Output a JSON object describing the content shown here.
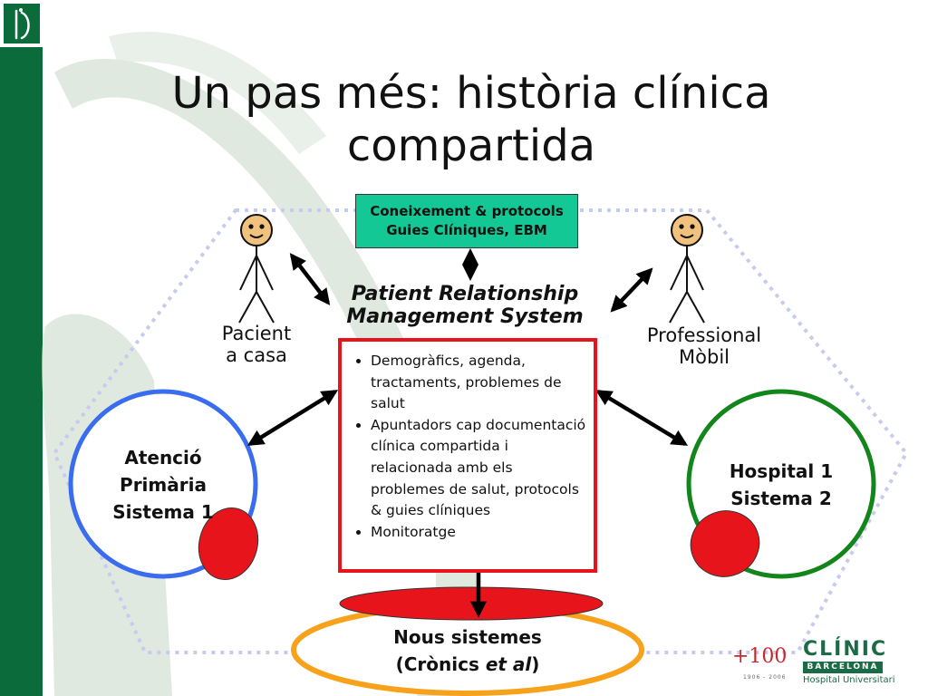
{
  "slide": {
    "title_line1": "Un pas més: història clínica",
    "title_line2": "compartida"
  },
  "knowledge_box": {
    "line1": "Coneixement & protocols",
    "line2": "Guies Clíniques, EBM"
  },
  "prms": {
    "line1": "Patient Relationship",
    "line2": "Management System"
  },
  "panel": {
    "bullets": [
      "Demogràfics, agenda, tractaments, problemes de salut",
      "Apuntadors cap documentació clínica compartida i relacionada amb els problemes de salut, protocols & guies clíniques",
      "Monitoratge"
    ]
  },
  "actors": {
    "patient_line1": "Pacient",
    "patient_line2": "a casa",
    "professional_line1": "Professional",
    "professional_line2": "Mòbil"
  },
  "nodes": {
    "primary_line1": "Atenció",
    "primary_line2": "Primària",
    "primary_line3": "Sistema 1",
    "hospital_line1": "Hospital 1",
    "hospital_line2": "Sistema 2",
    "new_line1": "Nous sistemes",
    "new_line2_pre": "(Crònics ",
    "new_line2_em": "et al",
    "new_line2_post": ")"
  },
  "logos": {
    "centenary": "+100",
    "years": "1906 - 2006",
    "clinic": "CLÍNIC",
    "barcelona": "BARCELONA",
    "hospital": "Hospital Universitari"
  },
  "colors": {
    "sidebar_green": "#0b6b3a",
    "knowledge_box": "#13c894",
    "panel_border": "#e8141c",
    "primary_circle": "#3a6cf0",
    "hospital_circle": "#12861a",
    "new_systems_ellipse": "#f7a21a",
    "blob_red": "#e8141c"
  }
}
